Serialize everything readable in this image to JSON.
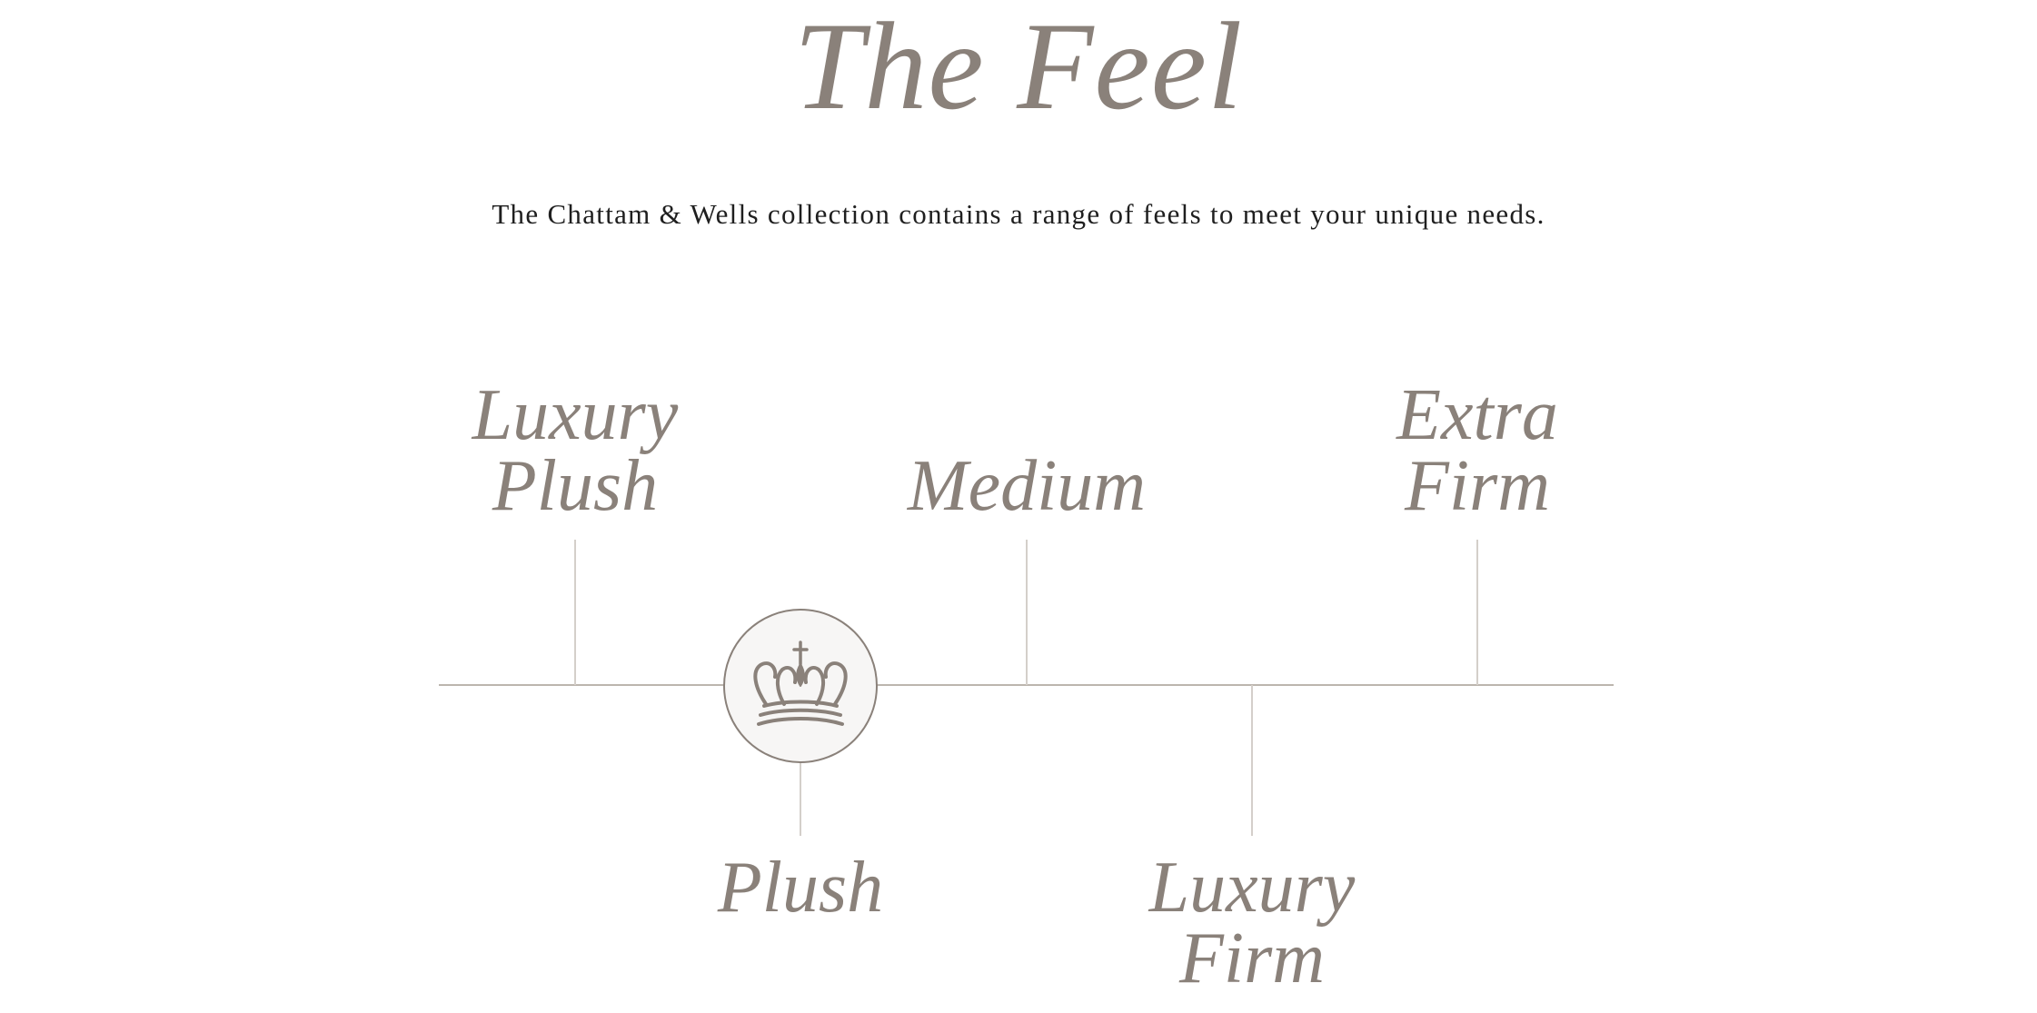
{
  "header": {
    "title": "The Feel",
    "subtitle": "The Chattam & Wells collection contains a range of feels to meet your unique needs."
  },
  "feel_scale": {
    "selected": "Plush",
    "marker_icon": "crown-icon",
    "colors": {
      "text": "#8a817a",
      "line": "#bcb5ae",
      "tick": "#d4cfca"
    },
    "options": [
      {
        "label": "Luxury\nPlush",
        "position": "top"
      },
      {
        "label": "Plush",
        "position": "bottom"
      },
      {
        "label": "Medium",
        "position": "top"
      },
      {
        "label": "Luxury\nFirm",
        "position": "bottom"
      },
      {
        "label": "Extra\nFirm",
        "position": "top"
      }
    ]
  }
}
